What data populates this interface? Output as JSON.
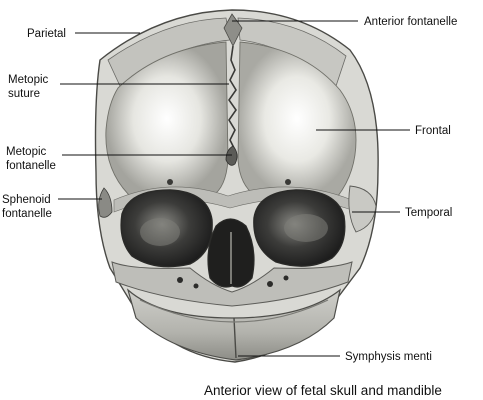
{
  "diagram": {
    "labels": {
      "parietal": "Parietal",
      "anterior_fontanelle": "Anterior fontanelle",
      "metopic_suture": [
        "Metopic",
        "suture"
      ],
      "frontal": "Frontal",
      "metopic_fontanelle": [
        "Metopic",
        "fontanelle"
      ],
      "sphenoid_fontanelle": [
        "Sphenoid",
        "fontanelle"
      ],
      "temporal": "Temporal",
      "symphysis_menti": "Symphysis menti"
    },
    "caption": "Anterior view of fetal skull and mandible"
  },
  "colors": {
    "text": "#111111",
    "bone_light": "#eeeeea",
    "bone_mid": "#bdbdb8",
    "bone_dark": "#6d6d68",
    "cavity": "#2a2a2a"
  }
}
